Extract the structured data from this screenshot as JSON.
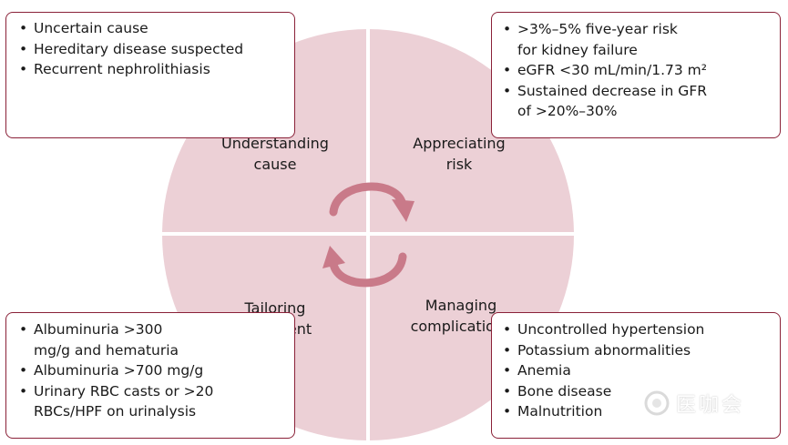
{
  "quadrants": {
    "top_left": {
      "label": [
        "Understanding",
        "cause"
      ]
    },
    "top_right": {
      "label": [
        "Appreciating",
        "risk"
      ]
    },
    "bottom_left": {
      "label": [
        "Tailoring",
        "treatment"
      ]
    },
    "bottom_right": {
      "label": [
        "Managing",
        "complications"
      ]
    }
  },
  "boxes": {
    "top_left": [
      [
        "Uncertain cause"
      ],
      [
        "Hereditary disease suspected"
      ],
      [
        "Recurrent nephrolithiasis"
      ]
    ],
    "top_right": [
      [
        ">3%–5% five-year risk",
        "for kidney failure"
      ],
      [
        "eGFR <30 mL/min/1.73 m²"
      ],
      [
        "Sustained decrease in GFR",
        "of >20%–30%"
      ]
    ],
    "bottom_left": [
      [
        "Albuminuria >300",
        "mg/g and hematuria"
      ],
      [
        "Albuminuria >700 mg/g"
      ],
      [
        "Urinary RBC casts or >20",
        "RBCs/HPF on urinalysis"
      ]
    ],
    "bottom_right": [
      [
        "Uncontrolled hypertension"
      ],
      [
        "Potassium abnormalities"
      ],
      [
        "Anemia"
      ],
      [
        "Bone disease"
      ],
      [
        "Malnutrition"
      ]
    ]
  },
  "watermark": {
    "text": "医咖会",
    "icon": "watermark-logo-icon"
  },
  "colors": {
    "circle_fill": "#ecd0d6",
    "arrow_fill": "#c97a89",
    "box_border": "#8a2138",
    "divider": "#ffffff"
  }
}
